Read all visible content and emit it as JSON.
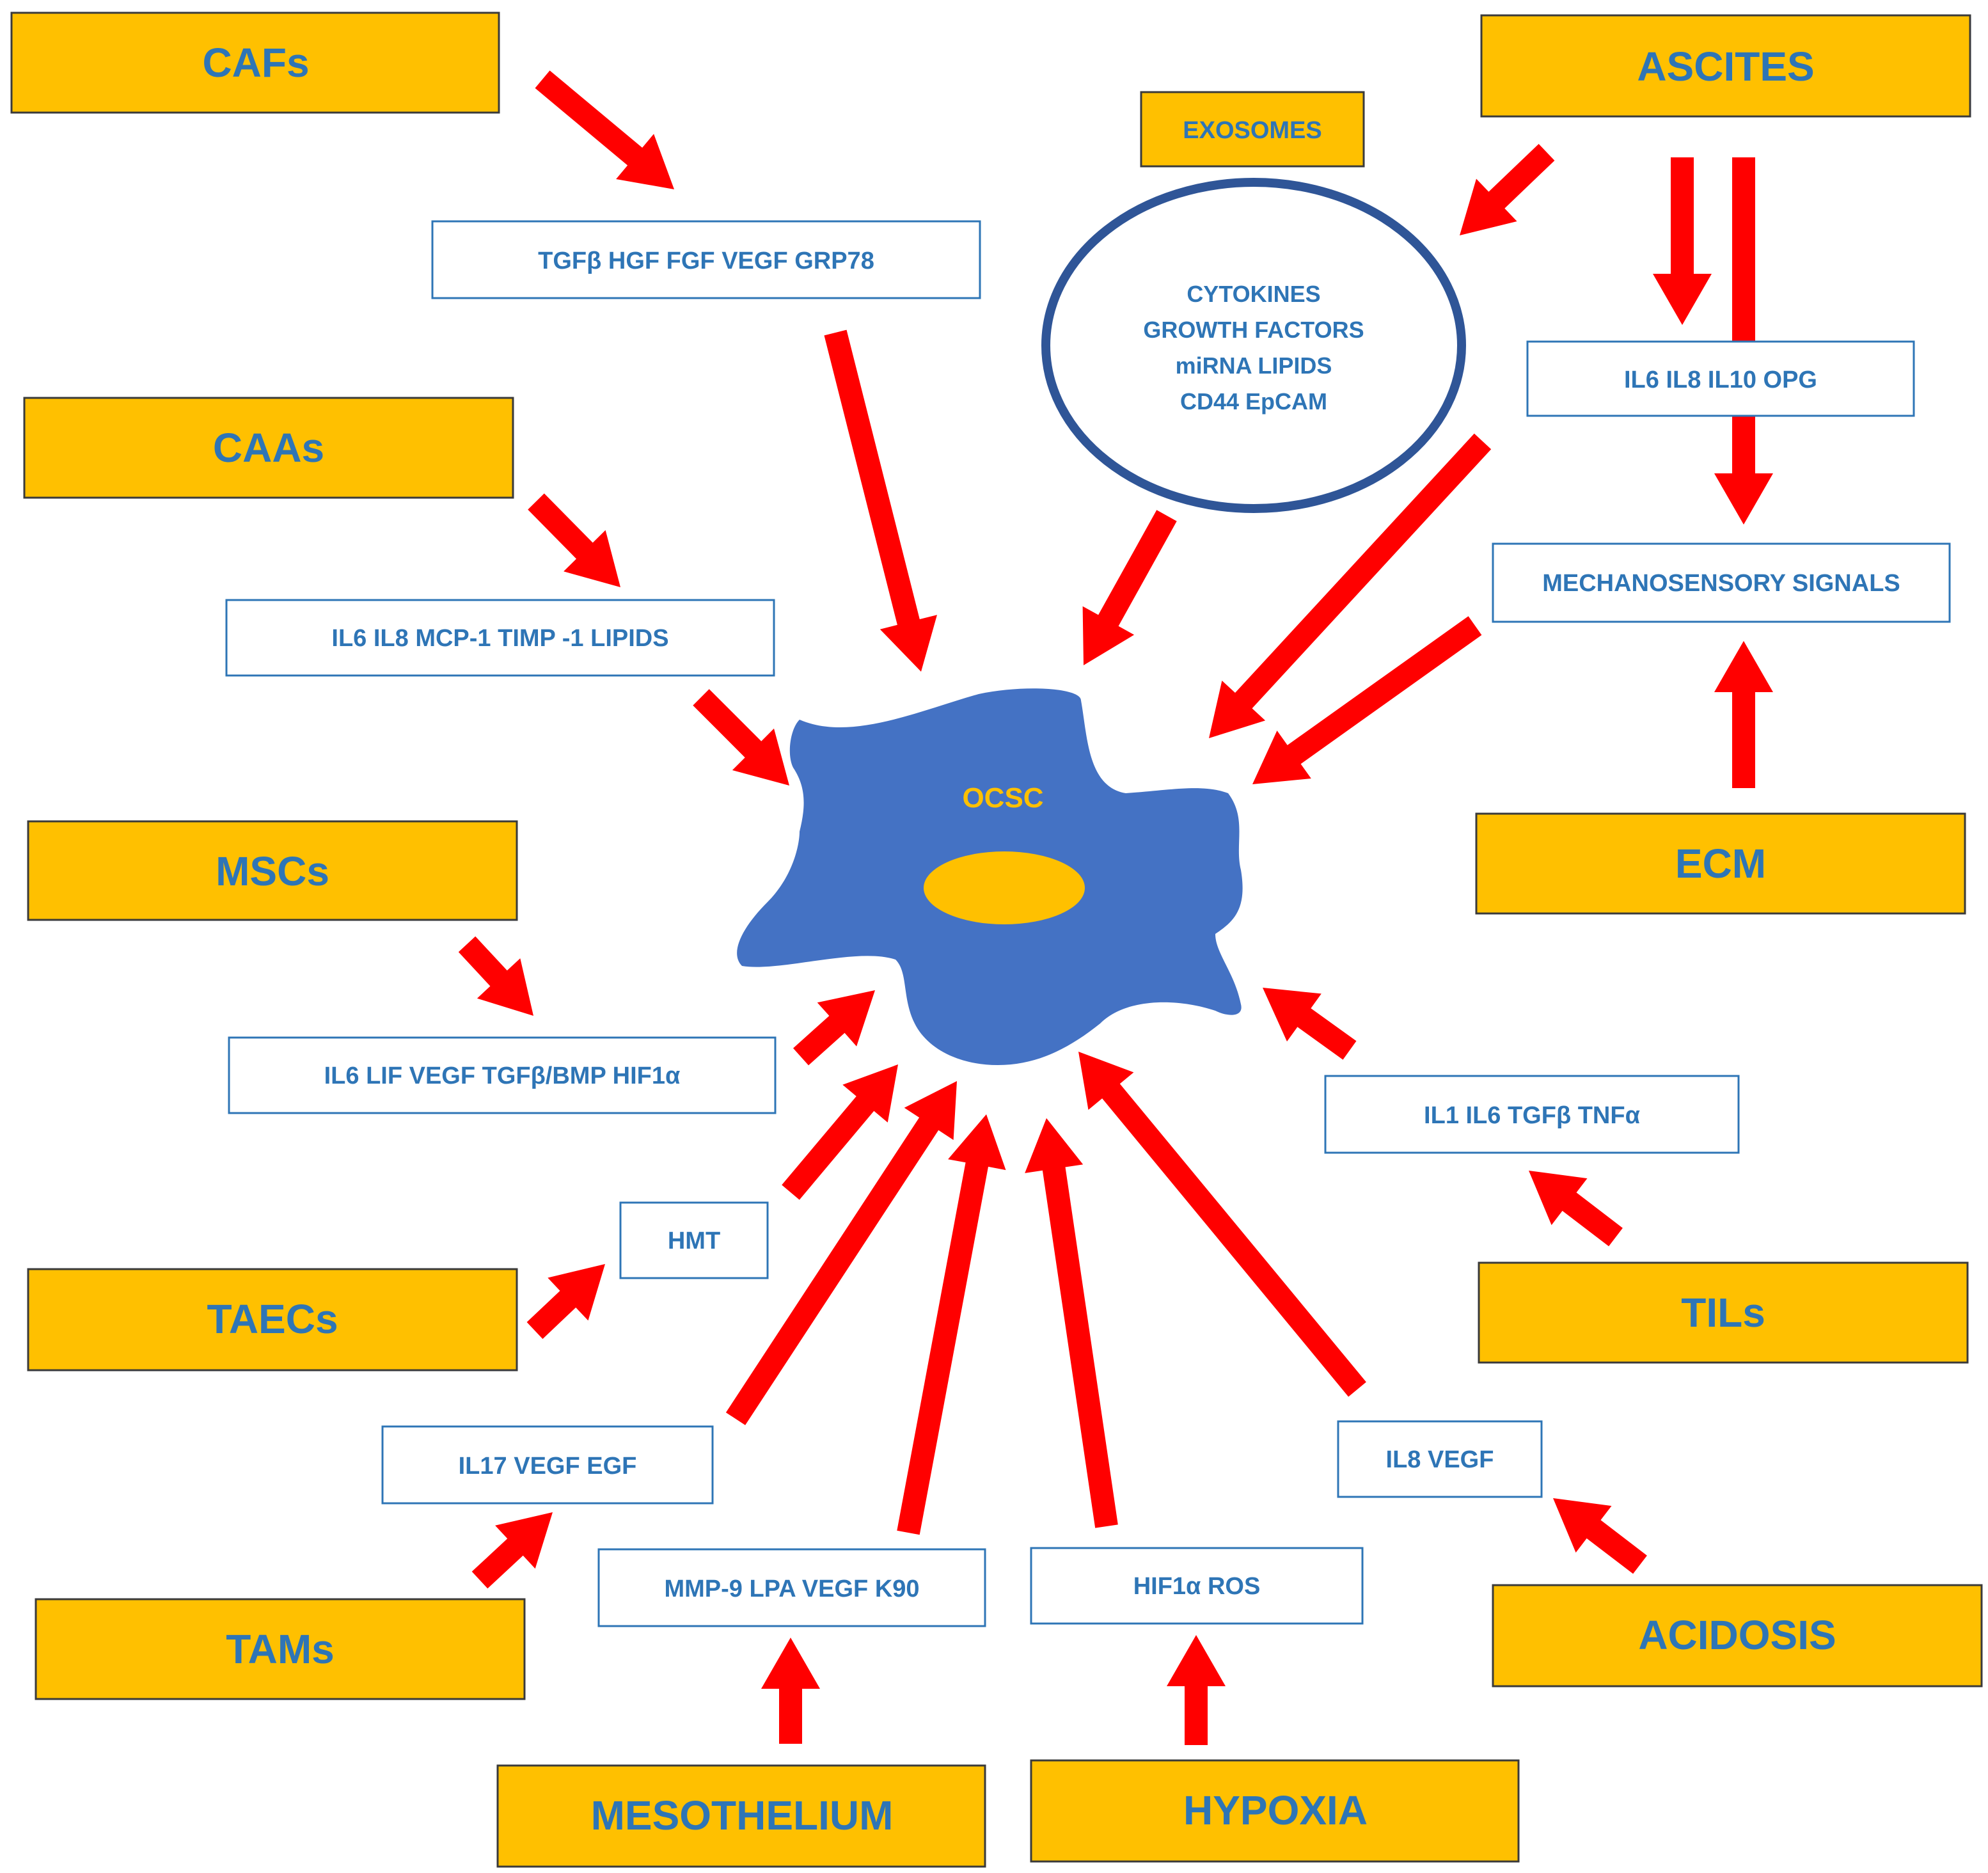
{
  "colors": {
    "source_fill": "#FFC000",
    "source_stroke": "#3a3a3a",
    "mediator_stroke": "#2E75B6",
    "text": "#2E75B6",
    "arrow": "#FF0000",
    "cell": "#4472C4",
    "nucleus": "#FFC000",
    "exosome_ring": "#2F5597"
  },
  "center": {
    "label": "OCSC"
  },
  "sources": {
    "cafs": "CAFs",
    "ascites": "ASCITES",
    "exosomes": "EXOSOMES",
    "caas": "CAAs",
    "ecm": "ECM",
    "mscs": "MSCs",
    "taecs": "TAECs",
    "tils": "TILs",
    "tams": "TAMs",
    "acidosis": "ACIDOSIS",
    "mesothelium": "MESOTHELIUM",
    "hypoxia": "HYPOXIA"
  },
  "mediators": {
    "cafs": "TGFβ  HGF FGF VEGF GRP78",
    "exosome_lines": [
      "CYTOKINES",
      "GROWTH FACTORS",
      "miRNA  LIPIDS",
      "CD44  EpCAM"
    ],
    "ascites": "IL6  IL8  IL10  OPG",
    "ecm": "MECHANOSENSORY SIGNALS",
    "caas": "IL6  IL8  MCP-1  TIMP -1  LIPIDS",
    "mscs": "IL6  LIF  VEGF TGFβ/BMP  HIF1α",
    "tils": "IL1  IL6  TGFβ  TNFα",
    "taecs": "HMT",
    "tams": "IL17  VEGF  EGF",
    "acidosis": "IL8  VEGF",
    "mesothelium": "MMP-9  LPA  VEGF  K90",
    "hypoxia": "HIF1α  ROS"
  }
}
